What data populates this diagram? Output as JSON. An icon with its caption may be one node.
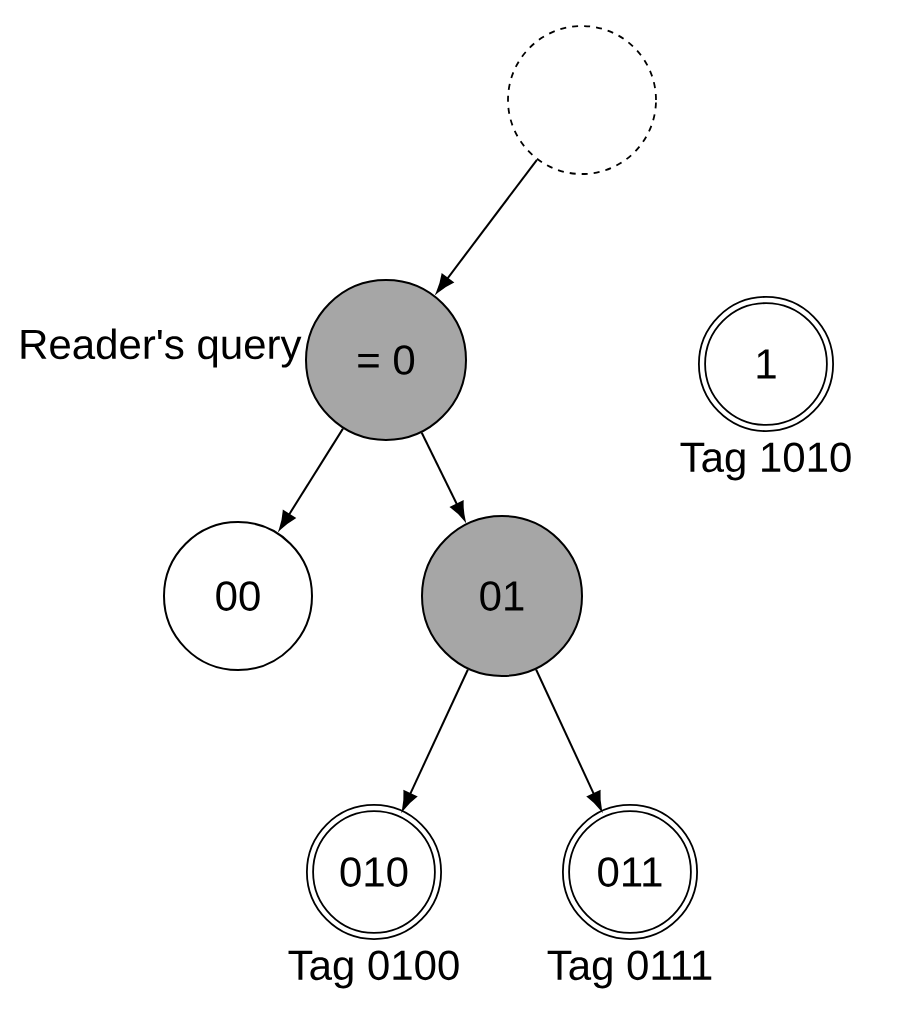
{
  "diagram": {
    "nodes": [
      {
        "text": [],
        "shape": "circle"
      },
      {
        "text": [
          "= 0"
        ],
        "beside": [
          "Reader's query"
        ]
      },
      {
        "text": [
          "1"
        ],
        "beside": [
          "Tag 1010"
        ]
      },
      {
        "text": [
          "00"
        ]
      },
      {
        "text": [
          "01"
        ]
      },
      {
        "text": [
          "010"
        ],
        "beside": [
          "Tag 0100"
        ]
      },
      {
        "text": [
          "011"
        ],
        "beside": [
          "Tag 0111"
        ]
      }
    ],
    "edges": [
      {
        "from": 0,
        "to": 1,
        "arrow": "to"
      },
      {
        "from": 1,
        "to": 3,
        "arrow": "to"
      },
      {
        "from": 1,
        "to": 4,
        "arrow": "to"
      },
      {
        "from": 4,
        "to": 5,
        "arrow": "to"
      },
      {
        "from": 4,
        "to": 6,
        "arrow": "to"
      }
    ]
  }
}
